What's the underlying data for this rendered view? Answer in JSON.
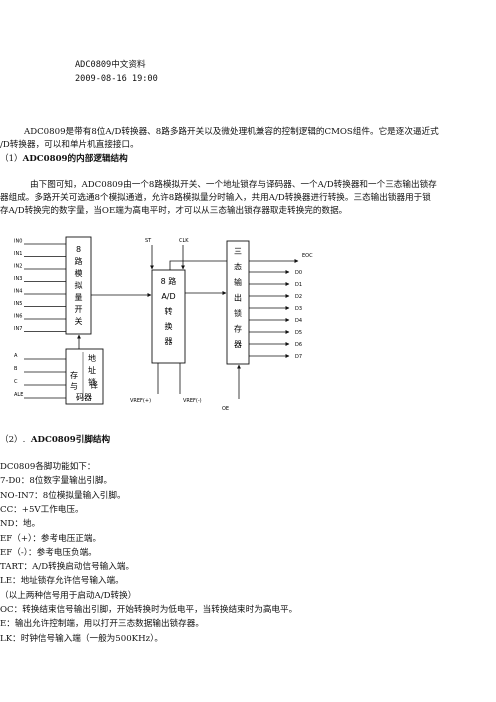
{
  "header": {
    "title": "ADC0809中文资料",
    "date": "2009-08-16 19:00"
  },
  "intro": {
    "line1": "ADC0809是带有8位A/D转换器、8路多路开关以及微处理机兼容的控制逻辑的CMOS组件。它是逐次逼近式",
    "line2": "/D转换器，可以和单片机直接接口。"
  },
  "section1": {
    "heading_prefix": "（1）",
    "heading": "ADC0809的内部逻辑结构",
    "line1": "由下图可知，ADC0809由一个8路模拟开关、一个地址锁存与译码器、一个A/D转换器和一个三态输出锁存",
    "line2": "器组成。多路开关可选通8个模拟通道，允许8路模拟量分时输入，共用A/D转换器进行转换。三态输出锁器用于锁",
    "line3": "存A/D转换完的数字量，当OE端为高电平时，才可以从三态输出锁存器取走转换完的数据。"
  },
  "diagram": {
    "inputs": [
      "IN0",
      "IN1",
      "IN2",
      "IN3",
      "IN4",
      "IN5",
      "IN6",
      "IN7"
    ],
    "addr_inputs": [
      "A",
      "B",
      "C",
      "ALE"
    ],
    "outputs": [
      "D0",
      "D1",
      "D2",
      "D3",
      "D4",
      "D5",
      "D6",
      "D7"
    ],
    "st": "ST",
    "clk": "CLK",
    "eoc": "EOC",
    "oe": "OE",
    "vref_pos": "VREF(+)",
    "vref_neg": "VREF(-)",
    "mux_chars": [
      "8",
      "路",
      "模",
      "拟",
      "量",
      "开",
      "关"
    ],
    "adc_chars": [
      "8 路",
      "A/D",
      "转",
      "换",
      "器"
    ],
    "latch_chars": [
      "三",
      "态",
      "输",
      "出",
      "锁",
      "存",
      "器"
    ],
    "addr_chars": [
      "地",
      "址",
      "锁",
      "存",
      "与",
      "译",
      "码器"
    ]
  },
  "section2": {
    "heading_prefix": "（2）.",
    "heading": "ADC0809引脚结构",
    "lines": [
      "DC0809各脚功能如下：",
      "7-D0：8位数字量输出引脚。",
      "NO-IN7：8位模拟量输入引脚。",
      "CC：+5V工作电压。",
      "ND：地。",
      "EF（+）：参考电压正端。",
      "EF（-）：参考电压负端。",
      "TART：A/D转换启动信号输入端。",
      "LE：地址锁存允许信号输入端。",
      "（以上两种信号用于启动A/D转换）",
      "OC：转换结束信号输出引脚，开始转换时为低电平，当转换结束时为高电平。",
      "E：输出允许控制端，用以打开三态数据输出锁存器。",
      "LK：时钟信号输入端（一般为500KHz）。"
    ]
  }
}
